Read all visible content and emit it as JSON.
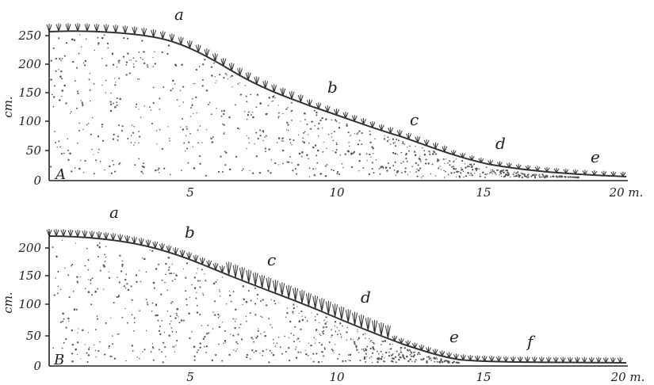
{
  "profiles": [
    {
      "id": "A",
      "panel_label": "A",
      "y_unit": "cm.",
      "x_unit": "20 m.",
      "y_ticks": [
        "0",
        "50",
        "100",
        "150",
        "200",
        "250"
      ],
      "x_ticks": [
        "5",
        "10",
        "15"
      ],
      "zone_labels": [
        "a",
        "b",
        "c",
        "d",
        "e"
      ],
      "profile_height_cm": [
        255,
        252,
        248,
        230,
        195,
        150,
        115,
        90,
        65,
        40,
        22,
        8,
        5
      ]
    },
    {
      "id": "B",
      "panel_label": "B",
      "y_unit": "cm.",
      "x_unit": "20 m.",
      "y_ticks": [
        "0",
        "50",
        "100",
        "150",
        "200"
      ],
      "x_ticks": [
        "5",
        "10",
        "15"
      ],
      "zone_labels": [
        "a",
        "b",
        "c",
        "d",
        "e",
        "f"
      ],
      "profile_height_cm": [
        225,
        215,
        195,
        165,
        135,
        100,
        60,
        25,
        8,
        5,
        5
      ]
    }
  ]
}
